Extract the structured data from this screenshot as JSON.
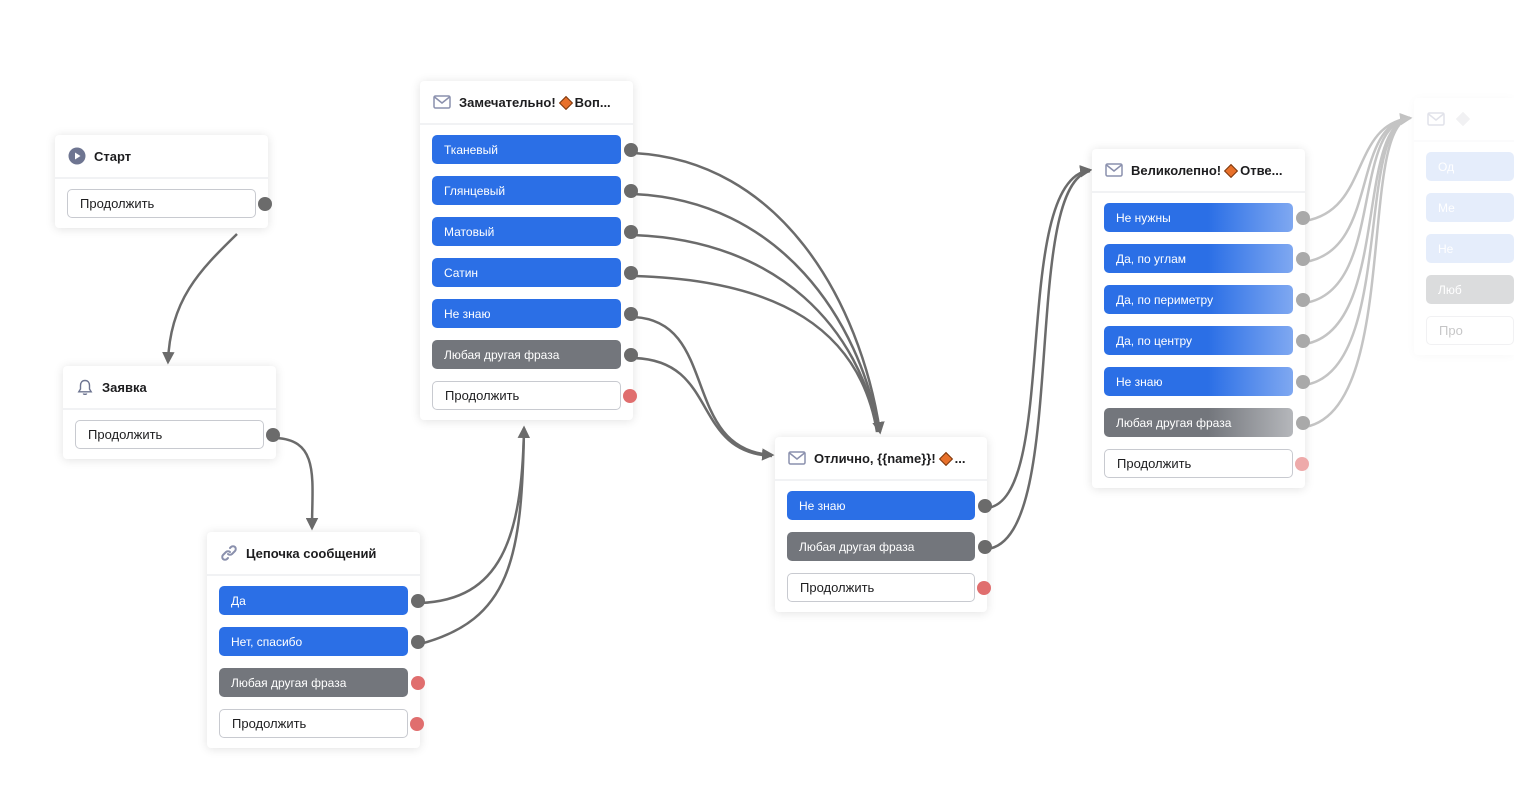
{
  "nodes": {
    "start": {
      "title": "Старт",
      "continue": "Продолжить"
    },
    "request": {
      "title": "Заявка",
      "continue": "Продолжить"
    },
    "chain": {
      "title": "Цепочка сообщений",
      "buttons": [
        "Да",
        "Нет, спасибо",
        "Любая другая фраза"
      ],
      "continue": "Продолжить"
    },
    "material": {
      "title": "Замечательно!",
      "title_suffix": "Воп...",
      "buttons": [
        "Тканевый",
        "Глянцевый",
        "Матовый",
        "Сатин",
        "Не знаю",
        "Любая другая фраза"
      ],
      "continue": "Продолжить"
    },
    "great": {
      "title": "Отлично, {{name}}!",
      "title_suffix": "...",
      "buttons": [
        "Не знаю",
        "Любая другая фраза"
      ],
      "continue": "Продолжить"
    },
    "wonderful": {
      "title": "Великолепно!",
      "title_suffix": "Отве...",
      "buttons": [
        "Не нужны",
        "Да, по углам",
        "Да, по периметру",
        "Да, по центру",
        "Не знаю",
        "Любая другая фраза"
      ],
      "continue": "Продолжить"
    },
    "next_partial": {
      "buttons": [
        "Од",
        "Ме",
        "Не",
        "Люб",
        "Про"
      ]
    }
  },
  "colors": {
    "blue_button": "#2b6fe6",
    "gray_button": "#73767c",
    "edge": "#6b6b6b",
    "port_unconnected": "#e06e6e",
    "diamond": "#e8702a"
  },
  "icons": {
    "start": "play-circle-icon",
    "request": "bell-icon",
    "chain": "link-icon",
    "message": "envelope-icon",
    "condition": "diamond-icon"
  }
}
